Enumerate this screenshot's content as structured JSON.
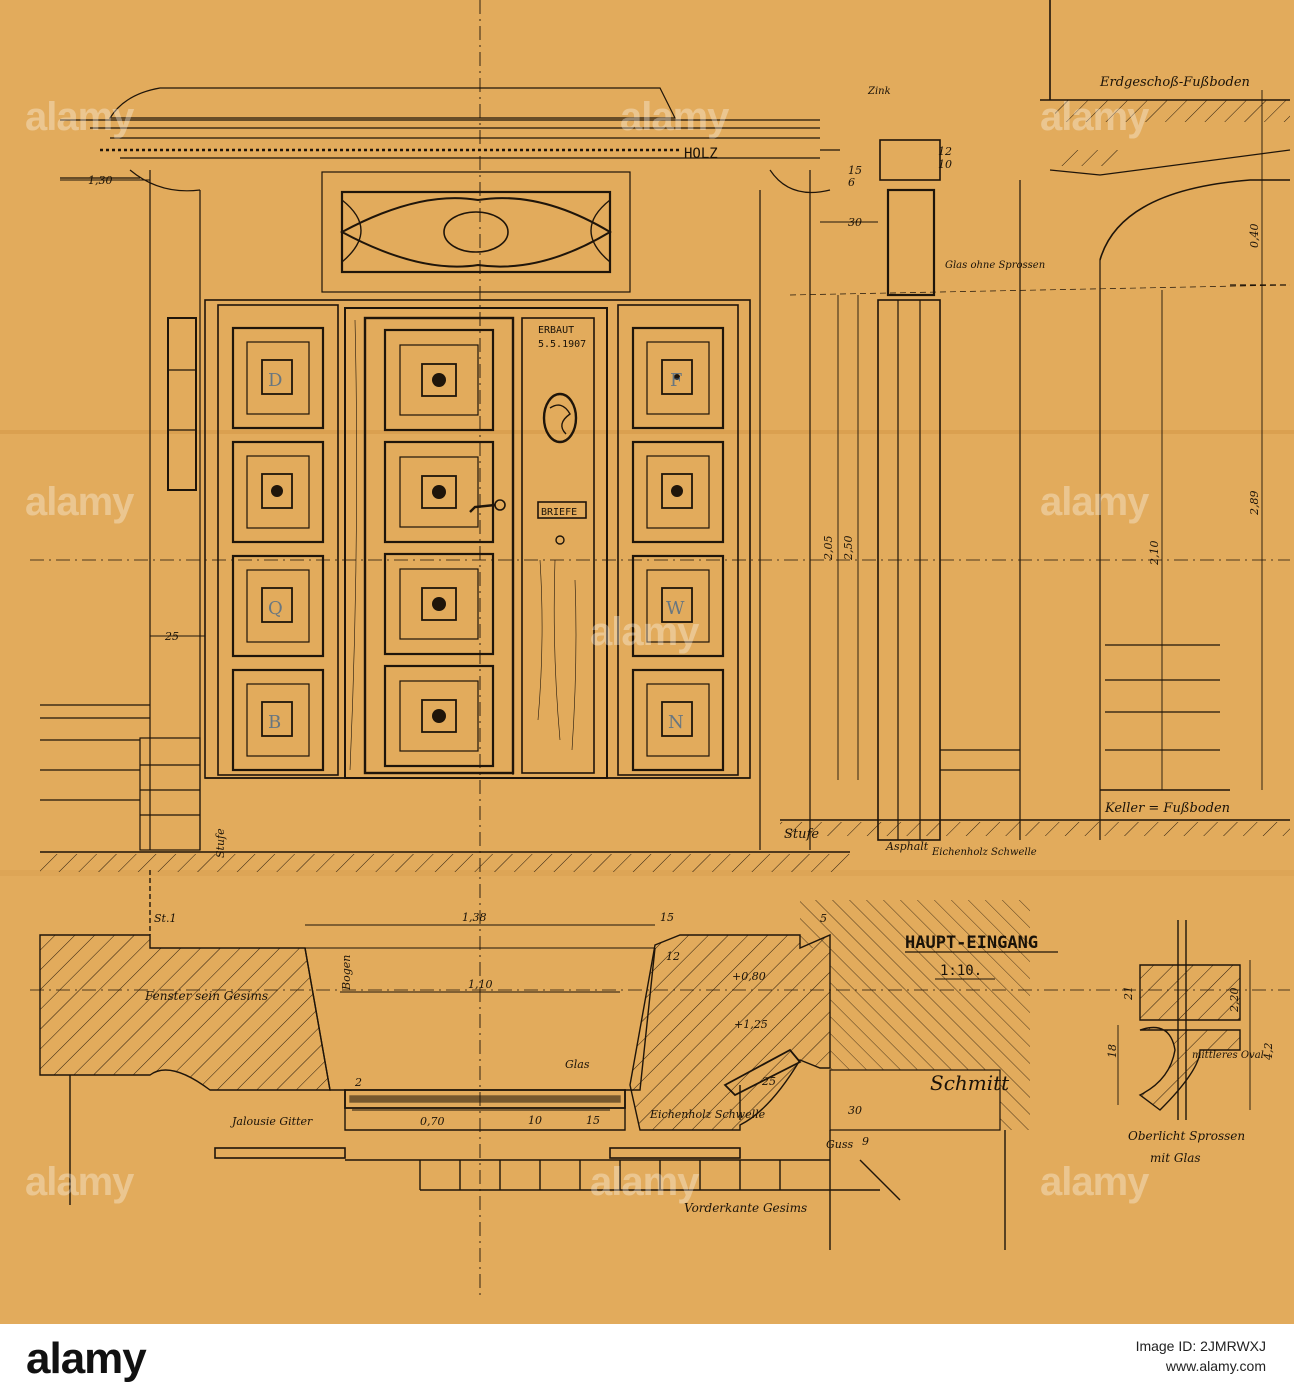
{
  "drawing": {
    "title": "HAUPT-EINGANG",
    "scale": "1:10.",
    "labels": {
      "floor_top": "Erdgeschoß-Fußboden",
      "holz": "HOLZ",
      "zink": "Zink",
      "glass_note": "Glas ohne Sprossen",
      "stufe": "Stufe",
      "stufe_side": "Stufe",
      "asphalt": "Asphalt",
      "schwelle_top": "Eichenholz Schwelle",
      "keller": "Keller = Fußboden",
      "bogen": "Bogen",
      "fenster_note": "Fenster sein Gesims",
      "jalousie": "Jalousie Gitter",
      "glas": "Glas",
      "schwelle": "Eichenholz Schwelle",
      "gus": "Guss",
      "vorderkante": "Vorderkante Gesims",
      "oval": "mittleres Oval",
      "oberlicht": "Oberlicht Sprossen",
      "oberlicht2": "mit Glas",
      "briefe": "BRIEFE",
      "date_line1": "ERBAUT",
      "date_line2": "5.5.1907"
    },
    "dimensions": {
      "d_130": "1,30",
      "d_25": "25",
      "d_15a": "15",
      "d_30": "30",
      "d_205": "2,05",
      "d_250": "2,50",
      "d_210": "2,10",
      "d_289": "2,89",
      "d_040": "0,40",
      "d_138": "1,38",
      "d_110": "1,10",
      "d_070": "0,70",
      "d_15b": "15",
      "d_080": "+0,80",
      "d_125": "+1,25",
      "d_25b": "25",
      "d_30b": "30",
      "d_12": "12",
      "d_15c": "15",
      "d_10": "10",
      "d_5": "5",
      "d_2": "2",
      "d_20a": "2,20",
      "d_12b": "12",
      "d_10b": "10",
      "d_6": "6",
      "d_18": "18",
      "d_21": "21",
      "d_42": "4,2",
      "d_9": "9",
      "d_st": "St.1"
    },
    "signature": "Schmitt",
    "panel_letters": [
      "D",
      "Q",
      "W",
      "F",
      "N",
      "B"
    ]
  },
  "watermark": "alamy",
  "footer": {
    "logo": "alamy",
    "image_id_label": "Image ID: 2JMRWXJ",
    "site": "www.alamy.com"
  }
}
